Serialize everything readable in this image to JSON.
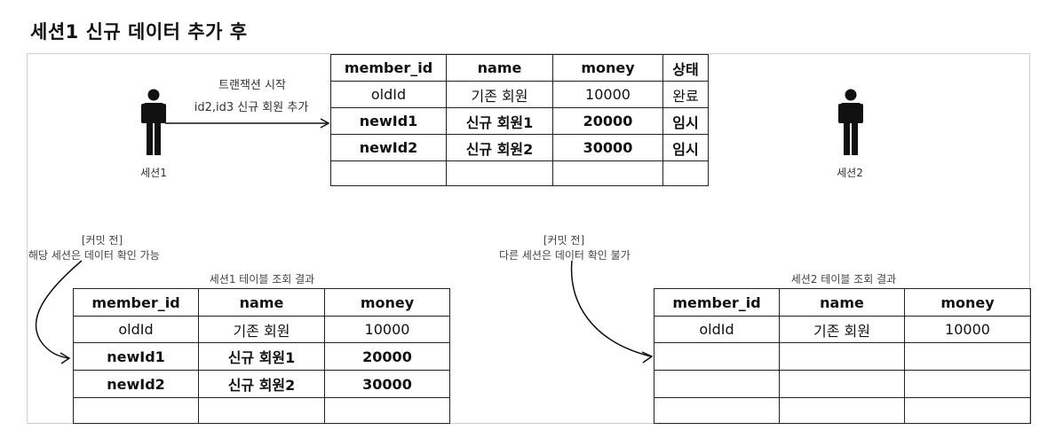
{
  "title": "세션1 신규 데이터 추가 후",
  "top": {
    "label_line1": "트랜잭션 시작",
    "label_line2": "id2,id3 신규 회원 추가",
    "session1_label": "세션1",
    "session2_label": "세션2",
    "headers": [
      "member_id",
      "name",
      "money",
      "상태"
    ],
    "rows": [
      [
        "oldId",
        "기존 회원",
        "10000",
        "완료"
      ],
      [
        "newId1",
        "신규 회원1",
        "20000",
        "임시"
      ],
      [
        "newId2",
        "신규 회원2",
        "30000",
        "임시"
      ],
      [
        "",
        "",
        "",
        ""
      ]
    ]
  },
  "left": {
    "note_line1": "[커밋 전]",
    "note_line2": "해당 세션은 데이터 확인 가능",
    "caption": "세션1 테이블 조회 결과",
    "headers": [
      "member_id",
      "name",
      "money"
    ],
    "rows": [
      [
        "oldId",
        "기존 회원",
        "10000"
      ],
      [
        "newId1",
        "신규 회원1",
        "20000"
      ],
      [
        "newId2",
        "신규 회원2",
        "30000"
      ],
      [
        "",
        "",
        ""
      ]
    ]
  },
  "right": {
    "note_line1": "[커밋 전]",
    "note_line2": "다른 세션은 데이터 확인 불가",
    "caption": "세션2 테이블 조회 결과",
    "headers": [
      "member_id",
      "name",
      "money"
    ],
    "rows": [
      [
        "oldId",
        "기존 회원",
        "10000"
      ],
      [
        "",
        "",
        ""
      ],
      [
        "",
        "",
        ""
      ],
      [
        "",
        "",
        ""
      ]
    ]
  }
}
